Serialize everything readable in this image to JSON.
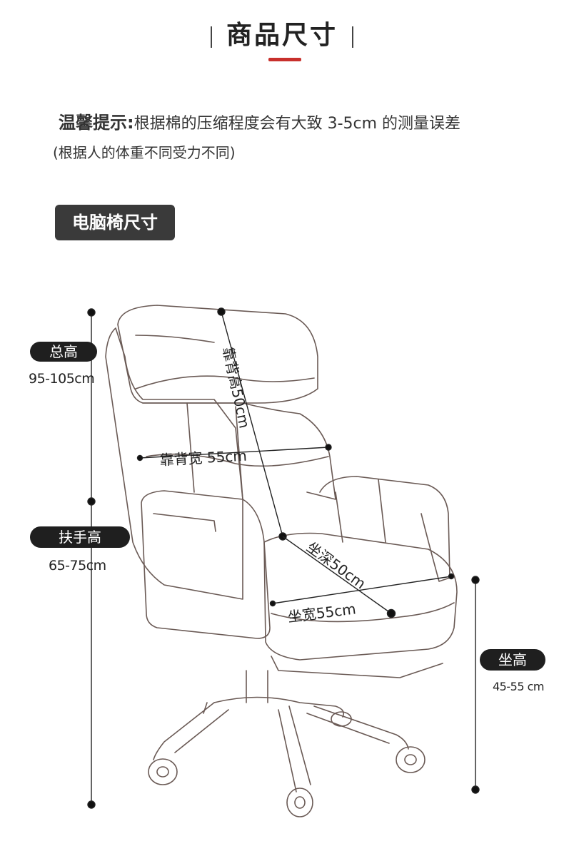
{
  "header": {
    "title": "商品尺寸"
  },
  "tip": {
    "label": "温馨提示:",
    "text": "根据棉的压缩程度会有大致 3-5cm 的测量误差",
    "note": "(根据人的体重不同受力不同)"
  },
  "section": {
    "title": "电脑椅尺寸"
  },
  "dimensions": {
    "total_height": {
      "label": "总高",
      "value": "95-105cm"
    },
    "armrest_height": {
      "label": "扶手高",
      "value": "65-75cm"
    },
    "seat_height": {
      "label": "坐高",
      "value": "45-55 cm"
    },
    "back_height": "靠背高50cm",
    "back_width": "靠背宽 55cm",
    "seat_depth": "坐深50cm",
    "seat_width": "坐宽55cm"
  },
  "colors": {
    "accent": "#c8302c",
    "tag_bg": "#3a3a3a",
    "pill_bg": "#1f1f1f"
  }
}
